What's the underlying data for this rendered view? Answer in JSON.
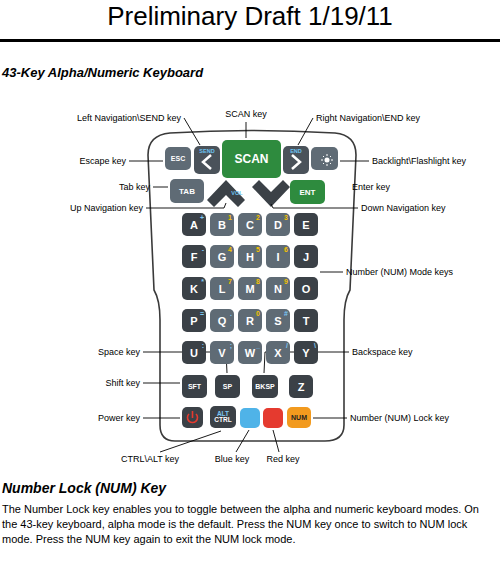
{
  "diagram": {
    "title": "43-Key Alpha/Numeric Keyboard",
    "nodes": [
      {
        "text": [
          "ESC"
        ]
      },
      {
        "text": [
          "SEND"
        ]
      },
      {
        "text": [
          "SCAN"
        ]
      },
      {
        "text": [
          "END"
        ]
      },
      {
        "text": [
          "TAB"
        ]
      },
      {
        "text": [
          "VOL"
        ]
      },
      {
        "text": [
          "ENT"
        ]
      },
      {
        "text": [
          "A",
          "+"
        ]
      },
      {
        "text": [
          "B",
          "1"
        ]
      },
      {
        "text": [
          "C",
          "2"
        ]
      },
      {
        "text": [
          "D",
          "3"
        ]
      },
      {
        "text": [
          "E"
        ]
      },
      {
        "text": [
          "F",
          "-"
        ]
      },
      {
        "text": [
          "G",
          "4"
        ]
      },
      {
        "text": [
          "H",
          "5"
        ]
      },
      {
        "text": [
          "I",
          "6"
        ]
      },
      {
        "text": [
          "J"
        ]
      },
      {
        "text": [
          "K",
          "*"
        ]
      },
      {
        "text": [
          "L",
          "7"
        ]
      },
      {
        "text": [
          "M",
          "8"
        ]
      },
      {
        "text": [
          "N",
          "9"
        ]
      },
      {
        "text": [
          "O"
        ]
      },
      {
        "text": [
          "P",
          "="
        ]
      },
      {
        "text": [
          "Q",
          "."
        ]
      },
      {
        "text": [
          "R",
          "0"
        ]
      },
      {
        "text": [
          "S",
          "#"
        ]
      },
      {
        "text": [
          "T"
        ]
      },
      {
        "text": [
          "U",
          ":"
        ]
      },
      {
        "text": [
          "V",
          ";"
        ]
      },
      {
        "text": [
          "W",
          "_"
        ]
      },
      {
        "text": [
          "X",
          "/"
        ]
      },
      {
        "text": [
          "Y",
          "\\"
        ]
      },
      {
        "text": [
          "SFT"
        ]
      },
      {
        "text": [
          "SP"
        ]
      },
      {
        "text": [
          "BKSP"
        ]
      },
      {
        "text": [
          "Z"
        ]
      },
      {
        "text": [
          "ALT",
          "CTRL"
        ]
      },
      {
        "text": [
          "NUM"
        ]
      }
    ],
    "labels": [
      "Preliminary Draft 1/19/11",
      "Left Navigation\\SEND key",
      "SCAN key",
      "Right Navigation\\END key",
      "Escape key",
      "Backlight\\Flashlight key",
      "Tab key",
      "Enter key",
      "Up Navigation key",
      "Down Navigation key",
      "Number (NUM) Mode keys",
      "Space key",
      "Backspace key",
      "Shift key",
      "Power key",
      "Number (NUM) Lock key",
      "CTRL\\ALT key",
      "Blue key",
      "Red key",
      "Number Lock (NUM) Key",
      "The Number Lock key enables you to toggle between the alpha and numeric keyboard modes. On the 43-key keyboard, alpha mode is the default. Press the NUM key once to switch to NUM lock mode. Press the NUM key again to exit the NUM lock mode."
    ]
  }
}
